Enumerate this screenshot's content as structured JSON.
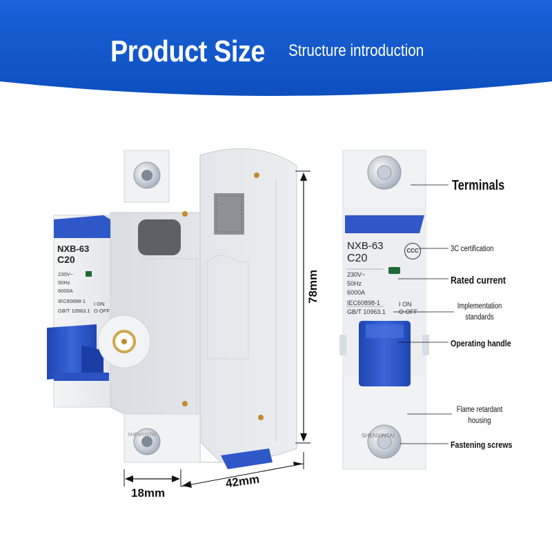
{
  "header": {
    "title": "Product Size",
    "subtitle": "Structure introduction"
  },
  "dimensions": {
    "height": "78mm",
    "depth": "42mm",
    "width": "18mm"
  },
  "device": {
    "model": "NXB-63",
    "rating": "C20",
    "voltage": "230V~",
    "frequency": "50Hz",
    "breaking_capacity": "6000A",
    "standard_1": "IEC60898-1",
    "standard_2": "GB/T 10963.1",
    "on_label": "I ON",
    "off_label": "O OFF",
    "brand": "SHENXINTAI"
  },
  "callouts": {
    "terminals": "Terminals",
    "certification": "3C certification",
    "rated_current": "Rated current",
    "implementation_line1": "Implementation",
    "implementation_line2": "standards",
    "operating_handle": "Operating handle",
    "flame_line1": "Flame retardant",
    "flame_line2": "housing",
    "fastening_screws": "Fastening screws"
  },
  "colors": {
    "banner_blue": "#1257c9",
    "handle_blue": "#2e57c8",
    "housing_gray": "#e9ebee"
  }
}
